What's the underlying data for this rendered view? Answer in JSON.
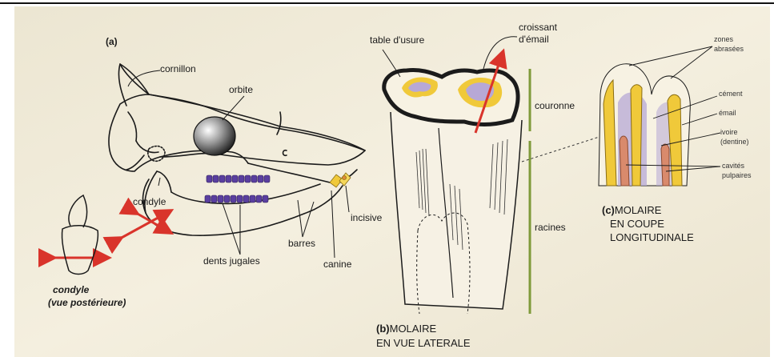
{
  "colors": {
    "paper": "#f3eedd",
    "ink": "#1b1b1b",
    "arrow_red": "#d9342b",
    "enamel_yellow": "#f0c93a",
    "dentin_lilac": "#b7a8d6",
    "teeth_purple": "#5a3fa0",
    "root_green": "#7f9a3a",
    "pulp_pink": "#d98a6c"
  },
  "panel_a": {
    "tag": "(a)",
    "labels": {
      "cornillon": "cornillon",
      "orbite": "orbite",
      "condyle": "condyle",
      "incisive": "incisive",
      "canine": "canine",
      "barres": "barres",
      "dents_jugales": "dents jugales",
      "inset_line1": "condyle",
      "inset_line2": "(vue postérieure)"
    }
  },
  "panel_b": {
    "labels": {
      "table": "table d'usure",
      "croissant_1": "croissant",
      "croissant_2": "d'émail",
      "couronne": "couronne",
      "racines": "racines"
    },
    "caption_tag": "(b)",
    "caption_line1": "MOLAIRE",
    "caption_line2": "EN VUE LATERALE"
  },
  "panel_c": {
    "labels": {
      "zones_1": "zones",
      "zones_2": "abrasées",
      "cement": "cément",
      "email": "émail",
      "ivoire_1": "ivoire",
      "ivoire_2": "(dentine)",
      "cavites_1": "cavités",
      "cavites_2": "pulpaires"
    },
    "caption_tag": "(c)",
    "caption_line1": "MOLAIRE",
    "caption_line2": "EN COUPE",
    "caption_line3": "LONGITUDINALE"
  }
}
